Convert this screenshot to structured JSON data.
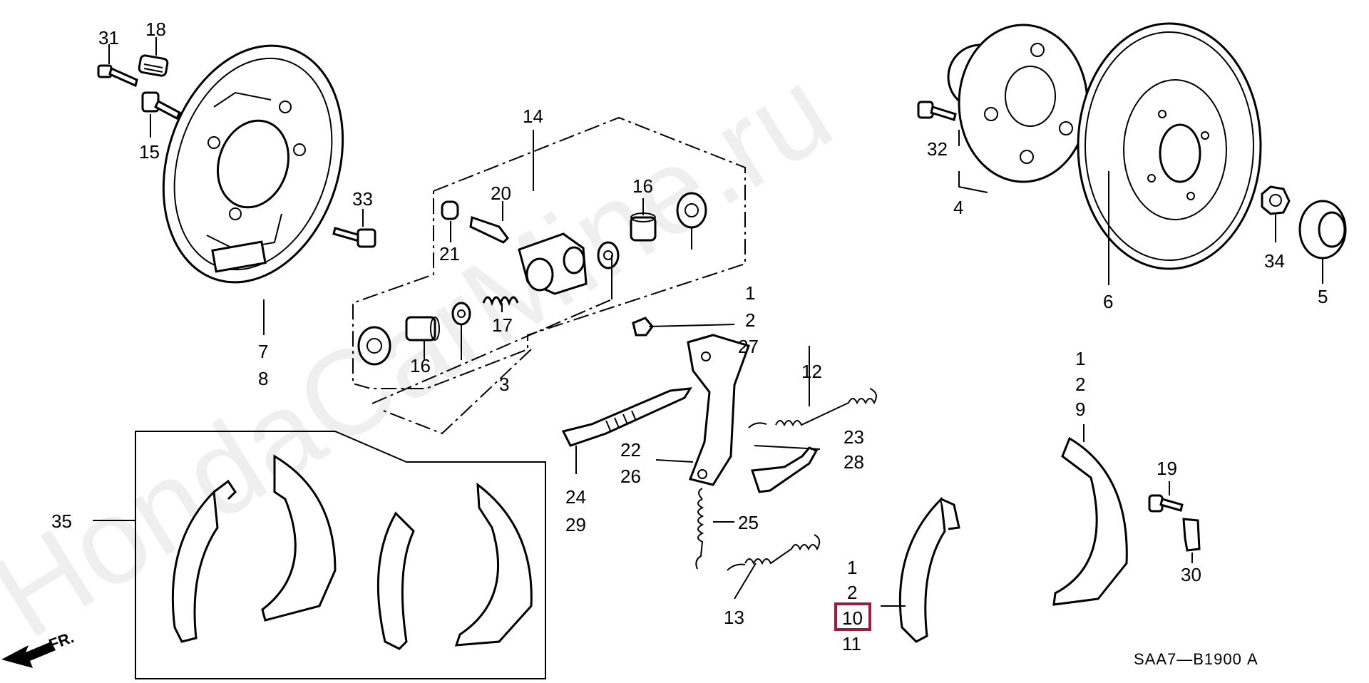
{
  "diagram": {
    "drawing_code": "SAA7—B1900 A",
    "front_arrow_label": "FR.",
    "watermark": "HondaCarMine.ru",
    "highlighted_callout": "10",
    "callouts": {
      "c1a": "1",
      "c1b": "1",
      "c1c": "1",
      "c2a": "2",
      "c2b": "2",
      "c2c": "2",
      "c3": "3",
      "c4": "4",
      "c5": "5",
      "c6": "6",
      "c7": "7",
      "c8": "8",
      "c9": "9",
      "c10": "10",
      "c11": "11",
      "c12": "12",
      "c13": "13",
      "c14": "14",
      "c15": "15",
      "c16a": "16",
      "c16b": "16",
      "c17": "17",
      "c18": "18",
      "c19": "19",
      "c20": "20",
      "c21": "21",
      "c22": "22",
      "c23": "23",
      "c24": "24",
      "c25": "25",
      "c26": "26",
      "c27": "27",
      "c28": "28",
      "c29": "29",
      "c30": "30",
      "c31": "31",
      "c32": "32",
      "c33": "33",
      "c34": "34",
      "c35": "35"
    }
  }
}
